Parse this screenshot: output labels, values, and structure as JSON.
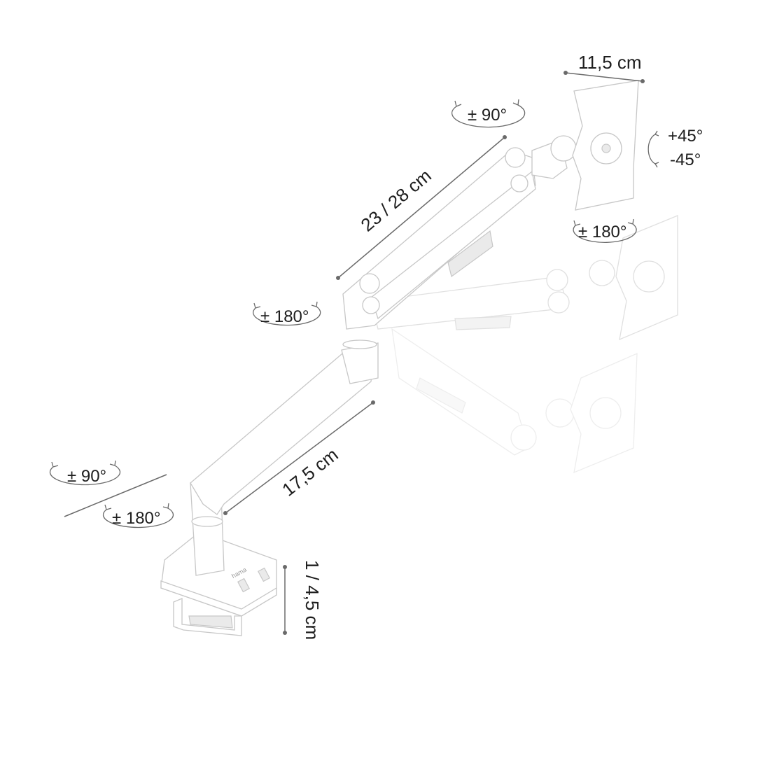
{
  "dimensions": {
    "plate_width": "11,5 cm",
    "upper_arm": "23 / 28 cm",
    "lower_arm": "17,5 cm",
    "desk_thickness": "1 / 4,5 cm"
  },
  "rotations": {
    "tilt_top": "+45°",
    "tilt_bottom": "-45°",
    "head_swivel": "± 90°",
    "plate_rotate": "± 180°",
    "elbow": "± 180°",
    "base_top": "± 90°",
    "base_bottom": "± 180°"
  },
  "logo": "hama",
  "colors": {
    "line": "#6a6a6a",
    "text": "#1e1e1e",
    "product": "#ffffff",
    "outline": "#c7c7c7"
  }
}
